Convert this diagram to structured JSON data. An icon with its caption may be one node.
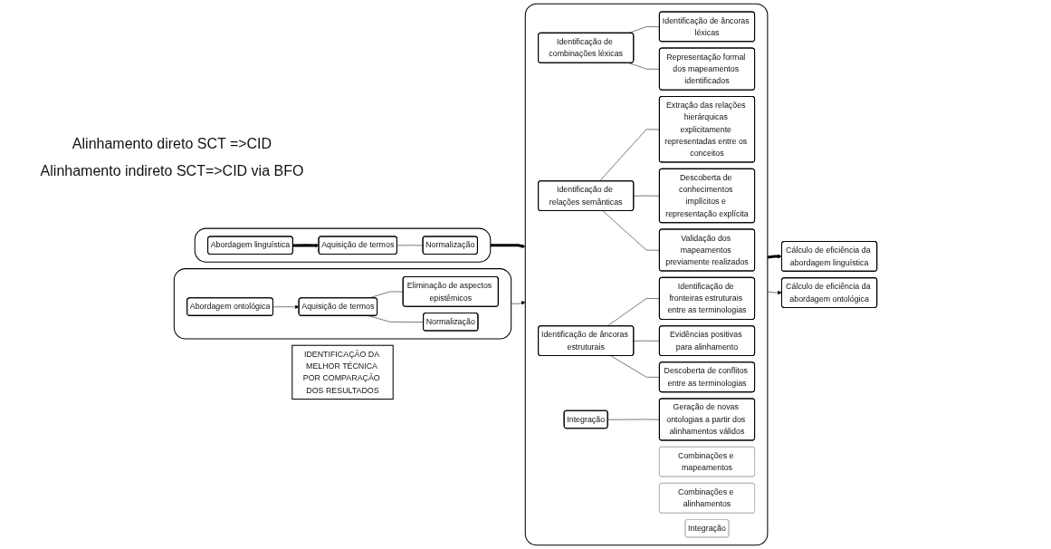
{
  "diagram": {
    "nodes": [
      {
        "text": [],
        "shape": "box"
      },
      {
        "text": [
          "Abordagem linguística"
        ],
        "in": 0
      },
      {
        "text": [
          "Aquisição de termos"
        ],
        "in": 0
      },
      {
        "text": [
          "Normalização"
        ],
        "in": 0
      },
      {
        "text": [],
        "shape": "box"
      },
      {
        "text": [
          "Abordagem ontológica"
        ],
        "in": 4
      },
      {
        "text": [
          "Aquisição de termos"
        ],
        "in": 4
      },
      {
        "text": [
          "Eliminação de aspectos epistêmicos"
        ],
        "in": 4
      },
      {
        "text": [
          "Normalização"
        ],
        "in": 4
      },
      {
        "text": [],
        "shape": "box"
      },
      {
        "text": [
          "Identificação de combinações léxicas"
        ],
        "in": 9
      },
      {
        "text": [
          "Identificação de âncoras léxicas"
        ],
        "in": 9
      },
      {
        "text": [
          "Representação formal dos mapeamentos identificados"
        ],
        "in": 9
      },
      {
        "text": [
          "Identificação de relações semânticas"
        ],
        "in": 9
      },
      {
        "text": [
          "Extração das relações hierárquicas explicitamente representadas entre os conceitos"
        ],
        "in": 9
      },
      {
        "text": [
          "Descoberta de conhecimentos implícitos e representação explícita"
        ],
        "in": 9
      },
      {
        "text": [
          "Validação dos mapeamentos previamente realizados"
        ],
        "in": 9
      },
      {
        "text": [
          "Identificação de âncoras estruturais"
        ],
        "in": 9
      },
      {
        "text": [
          "Identificação de fronteiras estruturais entre as terminologias"
        ],
        "in": 9
      },
      {
        "text": [
          "Evidências positivas para alinhamento"
        ],
        "in": 9
      },
      {
        "text": [
          "Descoberta de conflitos entre as terminologias"
        ],
        "in": 9
      },
      {
        "text": [
          "Integração"
        ],
        "in": 9
      },
      {
        "text": [
          "Geração de novas ontologias a partir dos alinhamentos válidos"
        ],
        "in": 9
      },
      {
        "text": [
          "Combinações e mapeamentos"
        ],
        "in": 9
      },
      {
        "text": [
          "Combinações e alinhamentos"
        ],
        "in": 9
      },
      {
        "text": [
          "Integração"
        ],
        "in": 9
      },
      {
        "text": [
          "Cálculo de eficiência da abordagem linguística"
        ]
      },
      {
        "text": [
          "Cálculo de eficiência da abordagem ontológica"
        ]
      },
      {
        "text": [
          "IDENTIFICAÇÃO DA MELHOR TÉCNICA POR COMPARAÇÃO DOS RESULTADOS"
        ]
      }
    ],
    "edges": [
      {
        "from": 1,
        "to": 2,
        "arrow": "to",
        "style": "thick"
      },
      {
        "from": 2,
        "to": 3,
        "arrow": "none"
      },
      {
        "from": 5,
        "to": 6,
        "arrow": "to"
      },
      {
        "from": 6,
        "to": 7,
        "arrow": "none"
      },
      {
        "from": 6,
        "to": 8,
        "arrow": "none"
      },
      {
        "from": 0,
        "to": 9,
        "arrow": "to",
        "style": "thick"
      },
      {
        "from": 4,
        "to": 9,
        "arrow": "to"
      },
      {
        "from": 10,
        "to": 11,
        "arrow": "none"
      },
      {
        "from": 10,
        "to": 12,
        "arrow": "none"
      },
      {
        "from": 13,
        "to": 14,
        "arrow": "none"
      },
      {
        "from": 13,
        "to": 15,
        "arrow": "none"
      },
      {
        "from": 13,
        "to": 16,
        "arrow": "none"
      },
      {
        "from": 17,
        "to": 18,
        "arrow": "none"
      },
      {
        "from": 17,
        "to": 19,
        "arrow": "none"
      },
      {
        "from": 17,
        "to": 20,
        "arrow": "none"
      },
      {
        "from": 21,
        "to": 22,
        "arrow": "none"
      },
      {
        "from": 9,
        "to": 26,
        "arrow": "to",
        "style": "thick"
      },
      {
        "from": 9,
        "to": 27,
        "arrow": "to"
      }
    ],
    "labels": [
      "Alinhamento direto SCT =>CID",
      "Alinhamento indireto SCT=>CID via BFO"
    ]
  }
}
